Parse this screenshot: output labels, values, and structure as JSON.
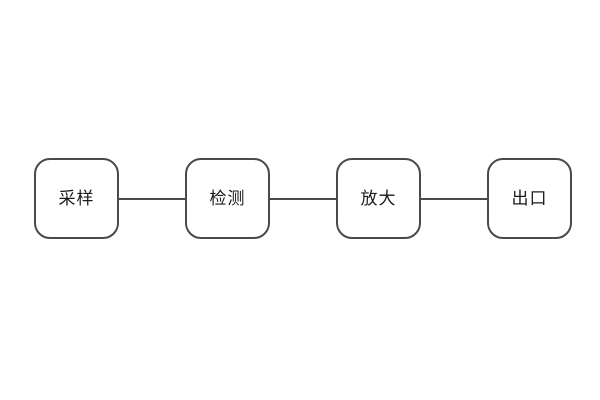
{
  "diagram": {
    "type": "flowchart-horizontal",
    "nodes": [
      {
        "id": "sampling",
        "label": "采样"
      },
      {
        "id": "detection",
        "label": "检测"
      },
      {
        "id": "amplify",
        "label": "放大"
      },
      {
        "id": "output",
        "label": "出口"
      }
    ],
    "connections": [
      {
        "from": "sampling",
        "to": "detection"
      },
      {
        "from": "detection",
        "to": "amplify"
      },
      {
        "from": "amplify",
        "to": "output"
      }
    ],
    "colors": {
      "node_border": "#4a4a4a",
      "connector": "#4a4a4a",
      "text": "#1a1a1a",
      "background": "#ffffff"
    }
  }
}
